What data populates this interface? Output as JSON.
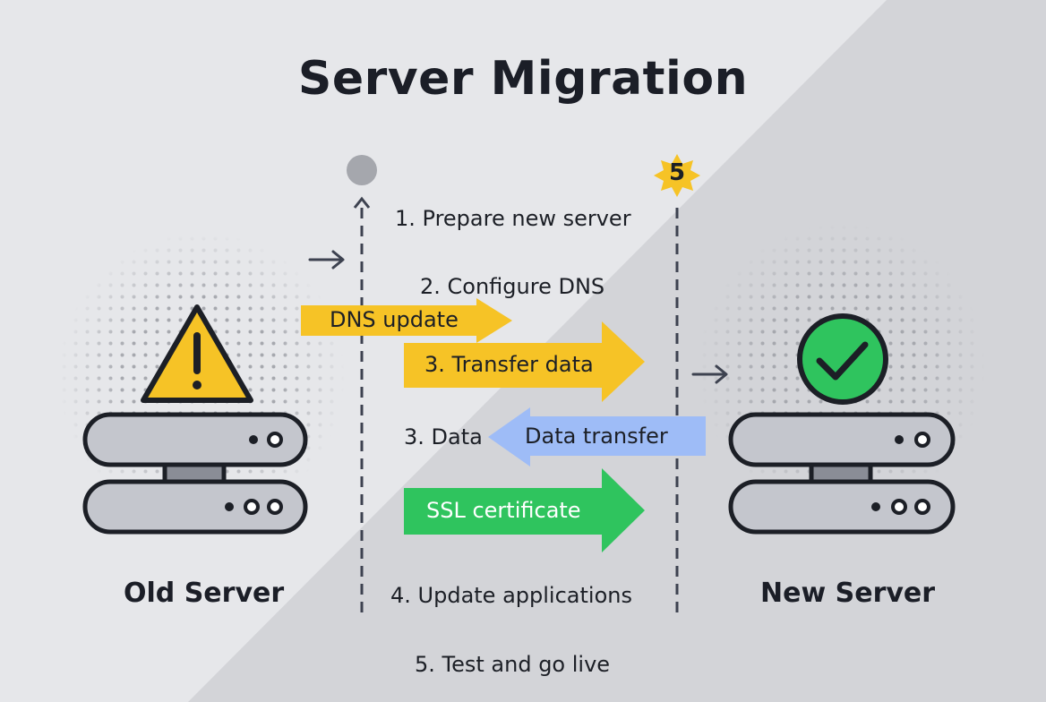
{
  "title": "Server Migration",
  "steps": {
    "s1": "1. Prepare new server",
    "s2": "2. Configure DNS",
    "s3": "3. Data",
    "s4": "4. Update applications",
    "s5": "5. Test and go live"
  },
  "arrows": {
    "dns_update": "DNS update",
    "transfer_data": "3. Transfer data",
    "data_transfer": "Data transfer",
    "ssl": "SSL certificate"
  },
  "servers": {
    "old_label": "Old Server",
    "new_label": "New Server"
  },
  "badge": "5",
  "colors": {
    "yellow": "#f6c326",
    "blue": "#9ebcf7",
    "green": "#2fc45e",
    "dark": "#1c1f26",
    "server_fill": "#c4c6cd"
  }
}
